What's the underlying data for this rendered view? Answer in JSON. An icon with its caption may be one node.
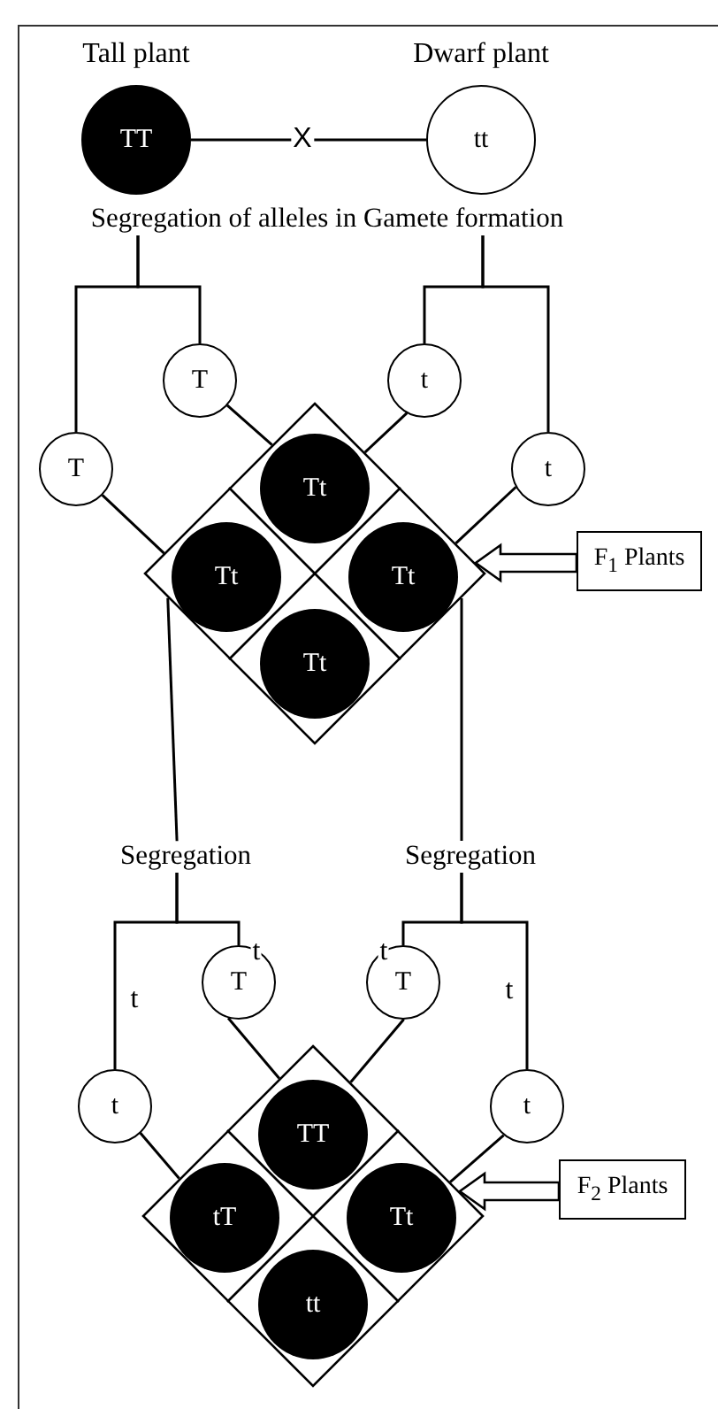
{
  "diagram": {
    "nodes": [
      {
        "text": [
          "Tall plant",
          "TT"
        ]
      },
      {
        "text": [
          "Dwarf plant",
          "tt"
        ]
      },
      {
        "text": [
          "Segregation of alleles in Gamete formation"
        ]
      },
      {
        "text": [
          "T"
        ]
      },
      {
        "text": [
          "T"
        ]
      },
      {
        "text": [
          "t"
        ]
      },
      {
        "text": [
          "t"
        ]
      },
      {
        "text": [],
        "shape": "diamond"
      },
      {
        "text": [
          "Tt"
        ],
        "in": 7
      },
      {
        "text": [
          "Tt"
        ],
        "in": 7
      },
      {
        "text": [
          "Tt"
        ],
        "in": 7
      },
      {
        "text": [
          "Tt"
        ],
        "in": 7
      },
      {
        "text": [
          "F$_{1}$ Plants"
        ]
      },
      {
        "text": [
          "Segregation"
        ]
      },
      {
        "text": [
          "Segregation"
        ]
      },
      {
        "text": [
          "t"
        ]
      },
      {
        "text": [
          "T"
        ]
      },
      {
        "text": [
          "T"
        ]
      },
      {
        "text": [
          "t"
        ]
      },
      {
        "text": [],
        "shape": "diamond"
      },
      {
        "text": [
          "TT"
        ],
        "in": 19
      },
      {
        "text": [
          "tT"
        ],
        "in": 19
      },
      {
        "text": [
          "Tt"
        ],
        "in": 19
      },
      {
        "text": [
          "tt"
        ],
        "in": 19
      },
      {
        "text": [
          "F$_{2}$ Plants"
        ]
      }
    ],
    "edges": [
      {
        "from": 0,
        "to": 1,
        "arrow": "none",
        "label": "X"
      },
      {
        "from": 2,
        "to": 3,
        "arrow": "none"
      },
      {
        "from": 2,
        "to": 4,
        "arrow": "none"
      },
      {
        "from": 2,
        "to": 5,
        "arrow": "none"
      },
      {
        "from": 2,
        "to": 6,
        "arrow": "none"
      },
      {
        "from": 3,
        "to": 7,
        "arrow": "none"
      },
      {
        "from": 4,
        "to": 7,
        "arrow": "none"
      },
      {
        "from": 5,
        "to": 7,
        "arrow": "none"
      },
      {
        "from": 6,
        "to": 7,
        "arrow": "none"
      },
      {
        "from": 12,
        "to": 7,
        "arrow": "to"
      },
      {
        "from": 7,
        "to": 13,
        "arrow": "none"
      },
      {
        "from": 7,
        "to": 14,
        "arrow": "none"
      },
      {
        "from": 13,
        "to": 15,
        "arrow": "none",
        "label": "t"
      },
      {
        "from": 13,
        "to": 16,
        "arrow": "none",
        "label": "t"
      },
      {
        "from": 14,
        "to": 17,
        "arrow": "none",
        "label": "t"
      },
      {
        "from": 14,
        "to": 18,
        "arrow": "none",
        "label": "t"
      },
      {
        "from": 15,
        "to": 19,
        "arrow": "none"
      },
      {
        "from": 16,
        "to": 19,
        "arrow": "none"
      },
      {
        "from": 17,
        "to": 19,
        "arrow": "none"
      },
      {
        "from": 18,
        "to": 19,
        "arrow": "none"
      },
      {
        "from": 24,
        "to": 19,
        "arrow": "to"
      }
    ]
  }
}
